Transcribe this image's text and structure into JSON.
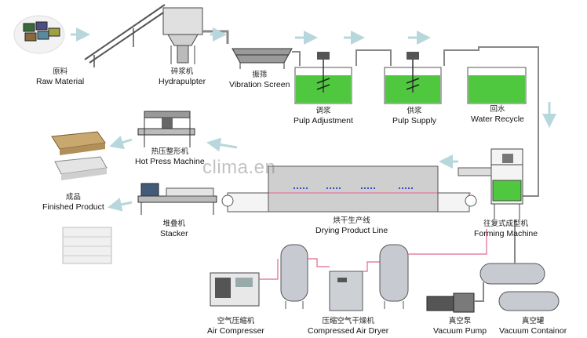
{
  "watermark": "clima.en",
  "colors": {
    "line": "#8a8a8a",
    "accent_pink": "#e06a8a",
    "water": "#4fc83f",
    "arrow": "#b8d7dc",
    "tank": "#c7cbd1"
  },
  "labels": {
    "raw_material": {
      "zh": "原料",
      "en": "Raw Material"
    },
    "hydrapulpter": {
      "zh": "碎浆机",
      "en": "Hydrapulpter"
    },
    "vibration_screen": {
      "zh": "振筛",
      "en": "Vibration Screen"
    },
    "pulp_adjustment": {
      "zh": "调浆",
      "en": "Pulp Adjustment"
    },
    "pulp_supply": {
      "zh": "供浆",
      "en": "Pulp Supply"
    },
    "water_recycle": {
      "zh": "回水",
      "en": "Water Recycle"
    },
    "hot_press": {
      "zh": "热压整形机",
      "en": "Hot Press Machine"
    },
    "finished_product": {
      "zh": "成品",
      "en": "Finished Product"
    },
    "stacker": {
      "zh": "堆叠机",
      "en": "Stacker"
    },
    "drying_line": {
      "zh": "烘干生产线",
      "en": "Drying Product Line"
    },
    "forming_machine": {
      "zh": "往复式成型机",
      "en": "Forming Machine"
    },
    "air_compressor": {
      "zh": "空气压缩机",
      "en": "Air Compresser"
    },
    "air_dryer": {
      "zh": "压缩空气干燥机",
      "en": "Compressed Air Dryer"
    },
    "vacuum_pump": {
      "zh": "真空泵",
      "en": "Vacuum Pump"
    },
    "vacuum_container": {
      "zh": "真空罐",
      "en": "Vacuum Containor"
    }
  }
}
